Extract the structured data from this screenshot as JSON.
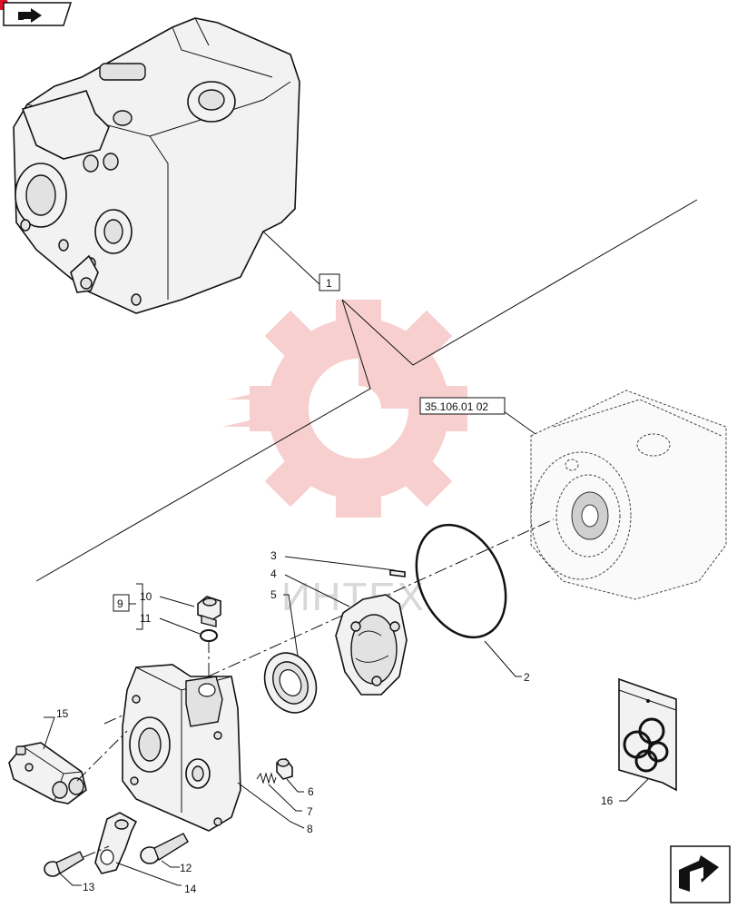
{
  "watermark": {
    "text": "ИНТЕХ",
    "color": "#f4a9a9"
  },
  "reference": {
    "code": "35.106.01 02"
  },
  "callouts": {
    "c1": "1",
    "c2": "2",
    "c3": "3",
    "c4": "4",
    "c5": "5",
    "c6": "6",
    "c7": "7",
    "c8": "8",
    "c9": "9",
    "c10": "10",
    "c11": "11",
    "c12": "12",
    "c13": "13",
    "c14": "14",
    "c15": "15",
    "c16": "16"
  },
  "icons": {
    "top_left": "back-arrow-icon",
    "bottom_right": "next-page-arrow-icon"
  }
}
